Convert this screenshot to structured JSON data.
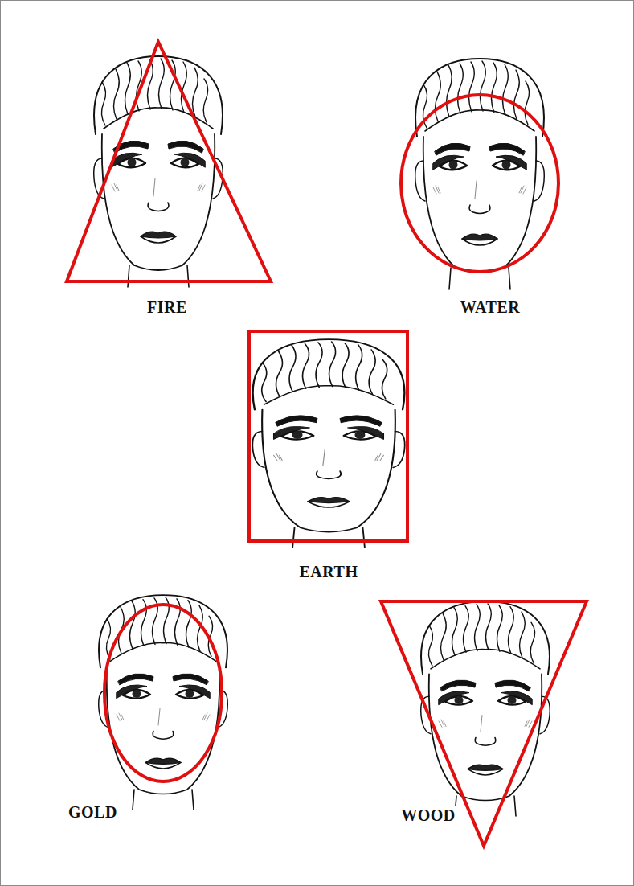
{
  "diagram": {
    "labels": [
      "FIRE",
      "WATER",
      "EARTH",
      "GOLD",
      "WOOD"
    ]
  }
}
